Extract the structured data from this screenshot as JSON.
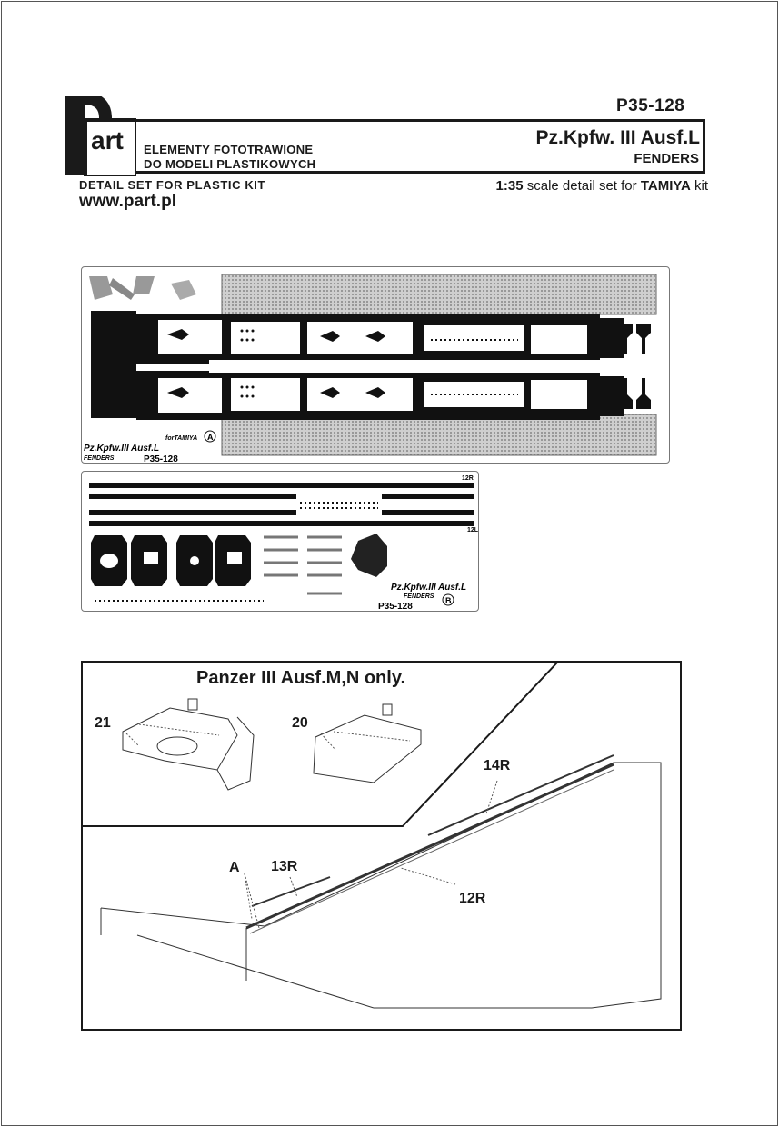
{
  "header": {
    "product_code": "P35-128",
    "logo_text": "Part",
    "line1": "ELEMENTY FOTOTRAWIONE",
    "line2": "DO MODELI PLASTIKOWYCH",
    "model_name": "Pz.Kpfw. III Ausf.L",
    "subtitle": "FENDERS",
    "detail_set": "DETAIL SET FOR PLASTIC KIT",
    "website": "www.part.pl",
    "scale_prefix": "1:35",
    "scale_mid": " scale detail set for ",
    "scale_brand": "TAMIYA",
    "scale_suffix": " kit"
  },
  "fret_a": {
    "title": "Pz.Kpfw.III Ausf.L",
    "subtitle": "FENDERS",
    "code": "P35-128",
    "for_text": "forTAMIYA",
    "letter": "A"
  },
  "fret_b": {
    "title": "Pz.Kpfw.III Ausf.L",
    "subtitle": "FENDERS",
    "code": "P35-128",
    "letter": "B",
    "label_12r": "12R",
    "label_12l": "12L"
  },
  "diagram": {
    "title": "Panzer III  Ausf.M,N only.",
    "labels": {
      "part21": "21",
      "part20": "20",
      "part14r": "14R",
      "part13r": "13R",
      "part12r": "12R",
      "point_a": "A"
    }
  }
}
